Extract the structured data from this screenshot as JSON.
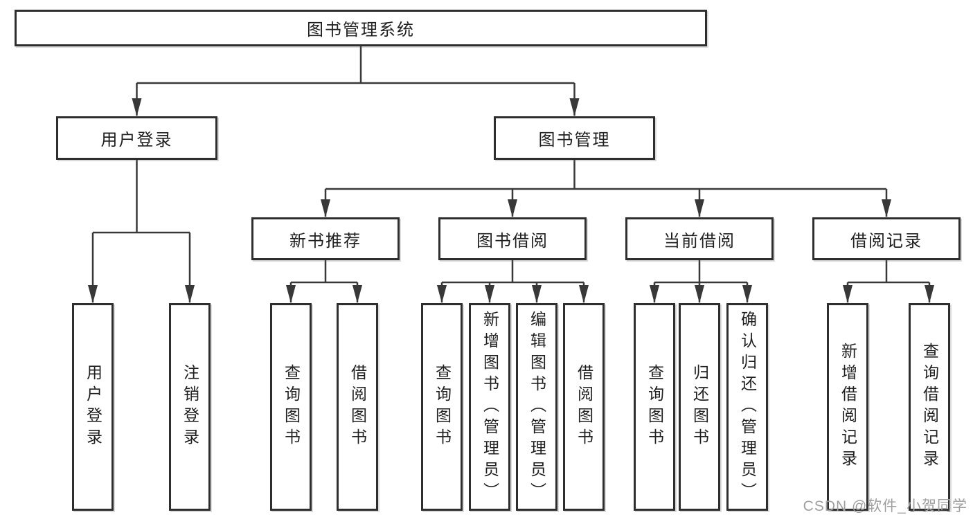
{
  "colors": {
    "line": "#383838",
    "box_border": "#2e2e2e",
    "text": "#1f1f1f",
    "watermark": "#9f9f9f",
    "background": "#ffffff"
  },
  "watermark": "CSDN @软件_小贺同学",
  "tree": {
    "root": "图书管理系统",
    "children": [
      {
        "label": "用户登录",
        "children": [
          {
            "label": "用户登录"
          },
          {
            "label": "注销登录"
          }
        ]
      },
      {
        "label": "图书管理",
        "children": [
          {
            "label": "新书推荐",
            "children": [
              {
                "label": "查询图书"
              },
              {
                "label": "借阅图书"
              }
            ]
          },
          {
            "label": "图书借阅",
            "children": [
              {
                "label": "查询图书"
              },
              {
                "label": "新增图书（管理员）"
              },
              {
                "label": "编辑图书（管理员）"
              },
              {
                "label": "借阅图书"
              }
            ]
          },
          {
            "label": "当前借阅",
            "children": [
              {
                "label": "查询图书"
              },
              {
                "label": "归还图书"
              },
              {
                "label": "确认归还（管理员）"
              }
            ]
          },
          {
            "label": "借阅记录",
            "children": [
              {
                "label": "新增借阅记录"
              },
              {
                "label": "查询借阅记录"
              }
            ]
          }
        ]
      }
    ]
  }
}
